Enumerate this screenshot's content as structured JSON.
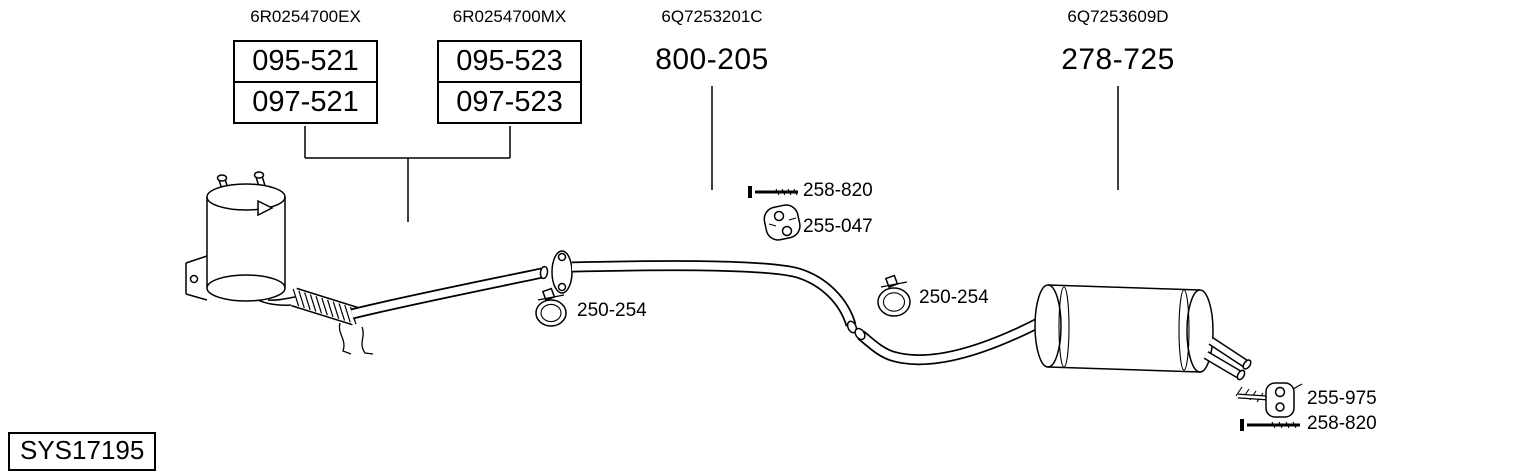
{
  "diagram": {
    "system_id": "SYS17195",
    "part_groups": [
      {
        "oe_ref": "6R0254700EX",
        "parts": [
          "095-521",
          "097-521"
        ]
      },
      {
        "oe_ref": "6R0254700MX",
        "parts": [
          "095-523",
          "097-523"
        ]
      },
      {
        "oe_ref": "6Q7253201C",
        "part": "800-205"
      },
      {
        "oe_ref": "6Q7253609D",
        "part": "278-725"
      }
    ],
    "callouts": {
      "bolt_top": "258-820",
      "rubber_mount": "255-047",
      "clamp_front": "250-254",
      "clamp_rear": "250-254",
      "hanger_bracket": "255-975",
      "bolt_bottom": "258-820"
    },
    "colors": {
      "ink": "#000000",
      "background": "#ffffff"
    }
  }
}
